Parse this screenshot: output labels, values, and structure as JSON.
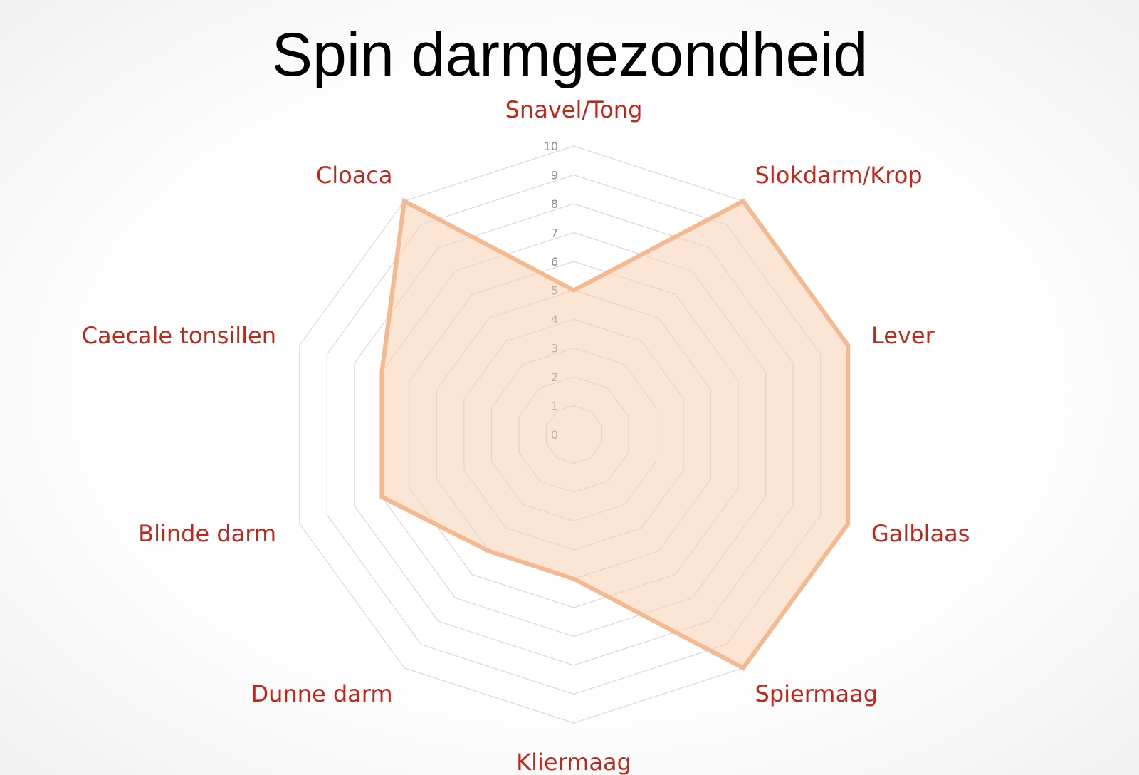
{
  "chart_data": {
    "type": "radar",
    "title": "Spin darmgezondheid",
    "categories": [
      "Snavel/Tong",
      "Slokdarm/Krop",
      "Lever",
      "Galblaas",
      "Spiermaag",
      "Kliermaag",
      "Dunne darm",
      "Blinde darm",
      "Caecale tonsillen",
      "Cloaca"
    ],
    "series": [
      {
        "values": [
          5,
          10,
          10,
          10,
          10,
          5,
          5,
          7,
          7,
          10
        ]
      }
    ],
    "rlim": [
      0,
      10
    ],
    "ticks": [
      0,
      1,
      2,
      3,
      4,
      5,
      6,
      7,
      8,
      9,
      10
    ],
    "grid": true,
    "legend": false
  },
  "colors": {
    "title": "#000000",
    "category_label": "#c0271c",
    "tick_label": "#8a8a8a",
    "grid": "#d9d9d9",
    "series_line": "#f6b88f",
    "series_fill": "#f8cfb2"
  }
}
